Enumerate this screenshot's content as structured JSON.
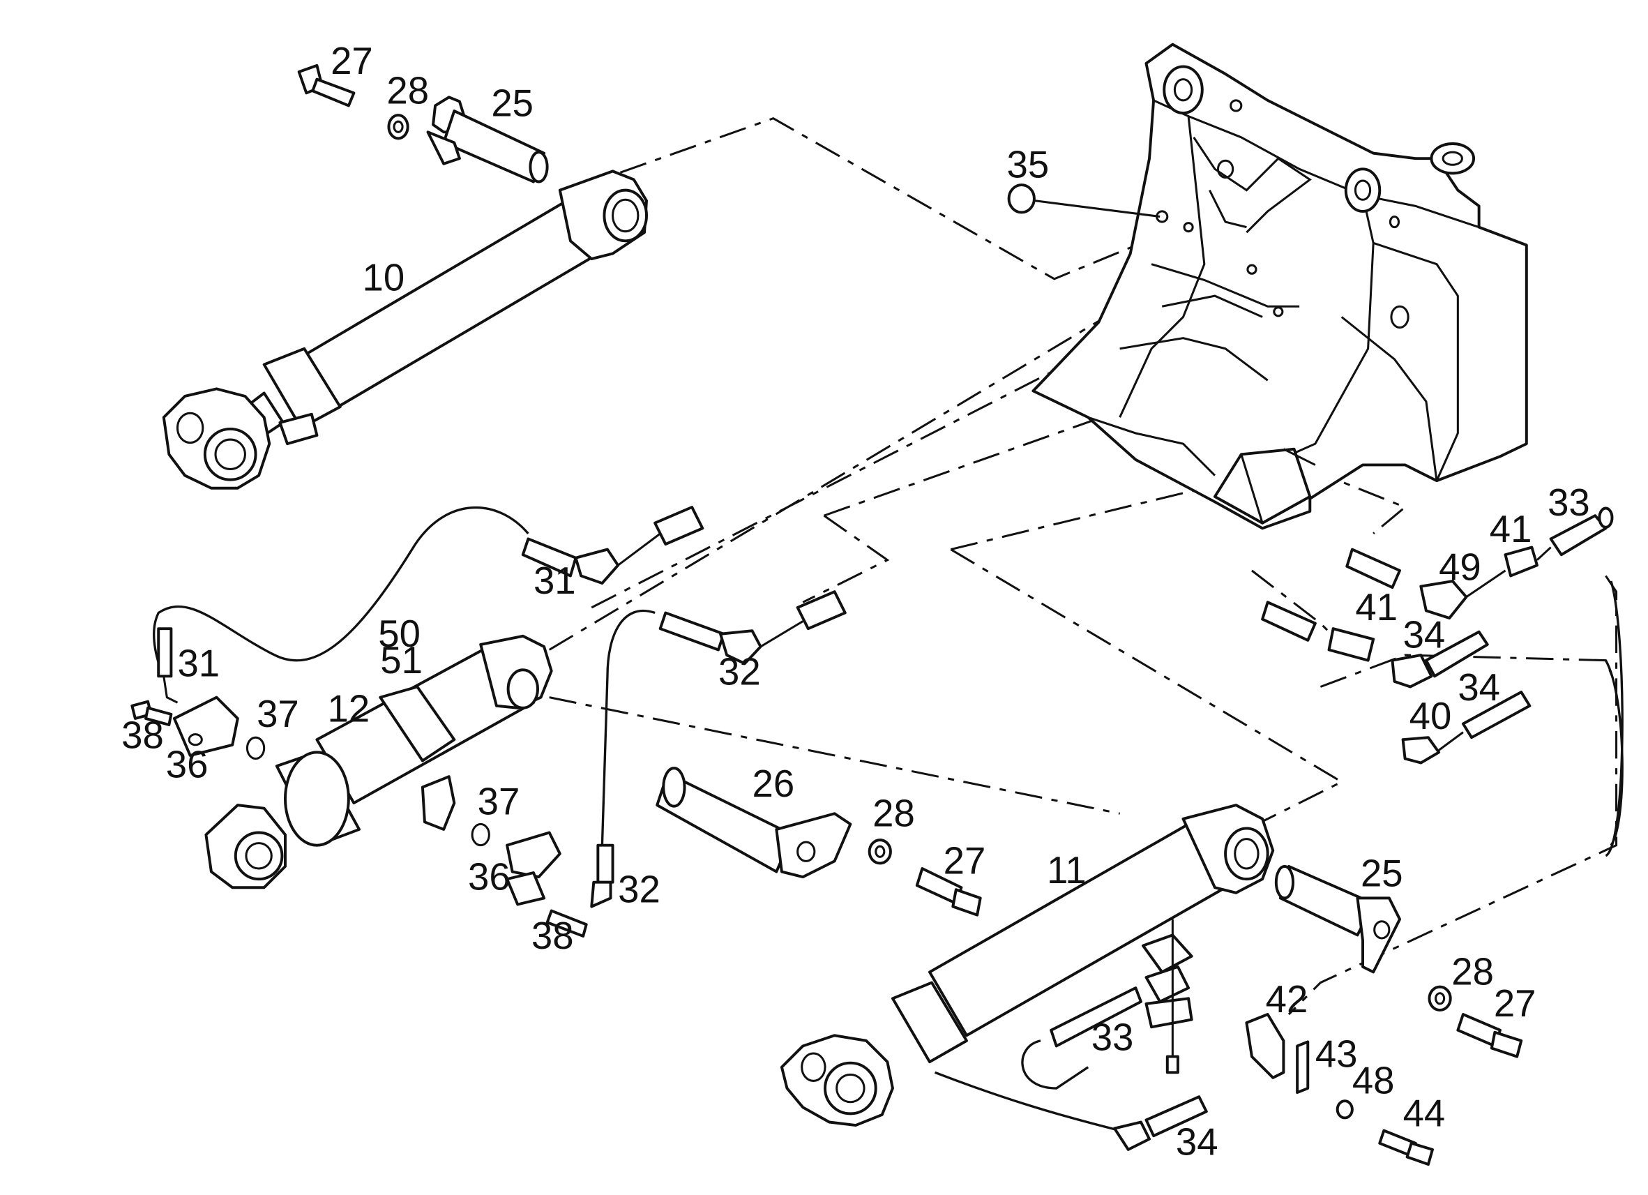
{
  "labels": [
    {
      "id": "l27a",
      "text": "27"
    },
    {
      "id": "l28a",
      "text": "28"
    },
    {
      "id": "l25a",
      "text": "25"
    },
    {
      "id": "l35",
      "text": "35"
    },
    {
      "id": "l10",
      "text": "10"
    },
    {
      "id": "l31a",
      "text": "31"
    },
    {
      "id": "l31b",
      "text": "31"
    },
    {
      "id": "l38a",
      "text": "38"
    },
    {
      "id": "l36a",
      "text": "36"
    },
    {
      "id": "l37a",
      "text": "37"
    },
    {
      "id": "l50",
      "text": "50"
    },
    {
      "id": "l51",
      "text": "51"
    },
    {
      "id": "l12",
      "text": "12"
    },
    {
      "id": "l32a",
      "text": "32"
    },
    {
      "id": "l37b",
      "text": "37"
    },
    {
      "id": "l36b",
      "text": "36"
    },
    {
      "id": "l32b",
      "text": "32"
    },
    {
      "id": "l38b",
      "text": "38"
    },
    {
      "id": "l26",
      "text": "26"
    },
    {
      "id": "l28b",
      "text": "28"
    },
    {
      "id": "l27b",
      "text": "27"
    },
    {
      "id": "l11",
      "text": "11"
    },
    {
      "id": "l25b",
      "text": "25"
    },
    {
      "id": "l28c",
      "text": "28"
    },
    {
      "id": "l27c",
      "text": "27"
    },
    {
      "id": "l33a",
      "text": "33"
    },
    {
      "id": "l41a",
      "text": "41"
    },
    {
      "id": "l49",
      "text": "49"
    },
    {
      "id": "l41b",
      "text": "41"
    },
    {
      "id": "l34a",
      "text": "34"
    },
    {
      "id": "l34b",
      "text": "34"
    },
    {
      "id": "l40",
      "text": "40"
    },
    {
      "id": "l42",
      "text": "42"
    },
    {
      "id": "l43",
      "text": "43"
    },
    {
      "id": "l33b",
      "text": "33"
    },
    {
      "id": "l48",
      "text": "48"
    },
    {
      "id": "l34c",
      "text": "34"
    },
    {
      "id": "l44",
      "text": "44"
    }
  ]
}
